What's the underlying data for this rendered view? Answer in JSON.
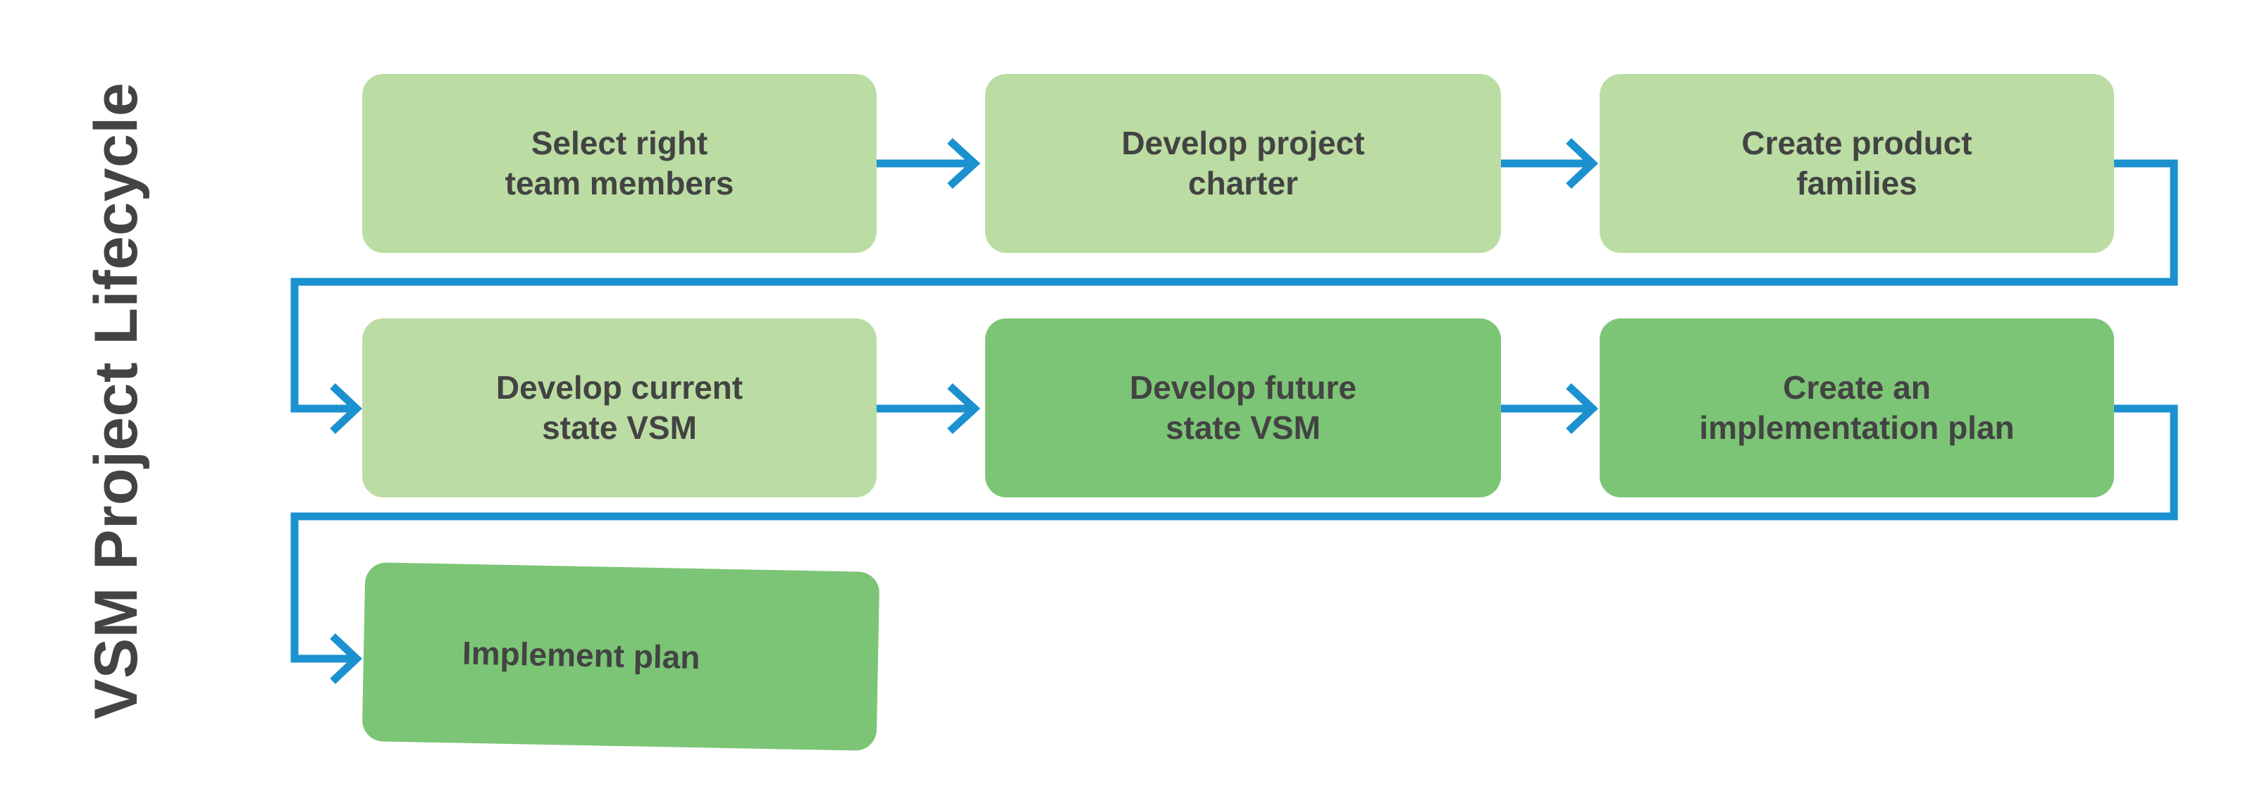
{
  "diagram": {
    "title": "VSM Project Lifecycle",
    "type": "flowchart",
    "colors": {
      "light_green": "#bbdda3",
      "dark_green": "#7cc576",
      "connector_blue": "#1b91d0",
      "text_gray": "#434343",
      "background": "#ffffff"
    },
    "nodes": [
      {
        "id": "n1",
        "label": "Select right\nteam members",
        "shade": "light",
        "row": 1,
        "col": 1
      },
      {
        "id": "n2",
        "label": "Develop project\ncharter",
        "shade": "light",
        "row": 1,
        "col": 2
      },
      {
        "id": "n3",
        "label": "Create product\nfamilies",
        "shade": "light",
        "row": 1,
        "col": 3
      },
      {
        "id": "n4",
        "label": "Develop current\nstate VSM",
        "shade": "light",
        "row": 2,
        "col": 1
      },
      {
        "id": "n5",
        "label": "Develop future\nstate VSM",
        "shade": "dark",
        "row": 2,
        "col": 2
      },
      {
        "id": "n6",
        "label": "Create an\nimplementation plan",
        "shade": "dark",
        "row": 2,
        "col": 3
      },
      {
        "id": "n7",
        "label": "Implement plan",
        "shade": "dark",
        "row": 3,
        "col": 1
      }
    ],
    "edges": [
      {
        "from": "n1",
        "to": "n2",
        "kind": "straight"
      },
      {
        "from": "n2",
        "to": "n3",
        "kind": "straight"
      },
      {
        "from": "n3",
        "to": "n4",
        "kind": "wrap"
      },
      {
        "from": "n4",
        "to": "n5",
        "kind": "straight"
      },
      {
        "from": "n5",
        "to": "n6",
        "kind": "straight"
      },
      {
        "from": "n6",
        "to": "n7",
        "kind": "wrap"
      }
    ]
  }
}
